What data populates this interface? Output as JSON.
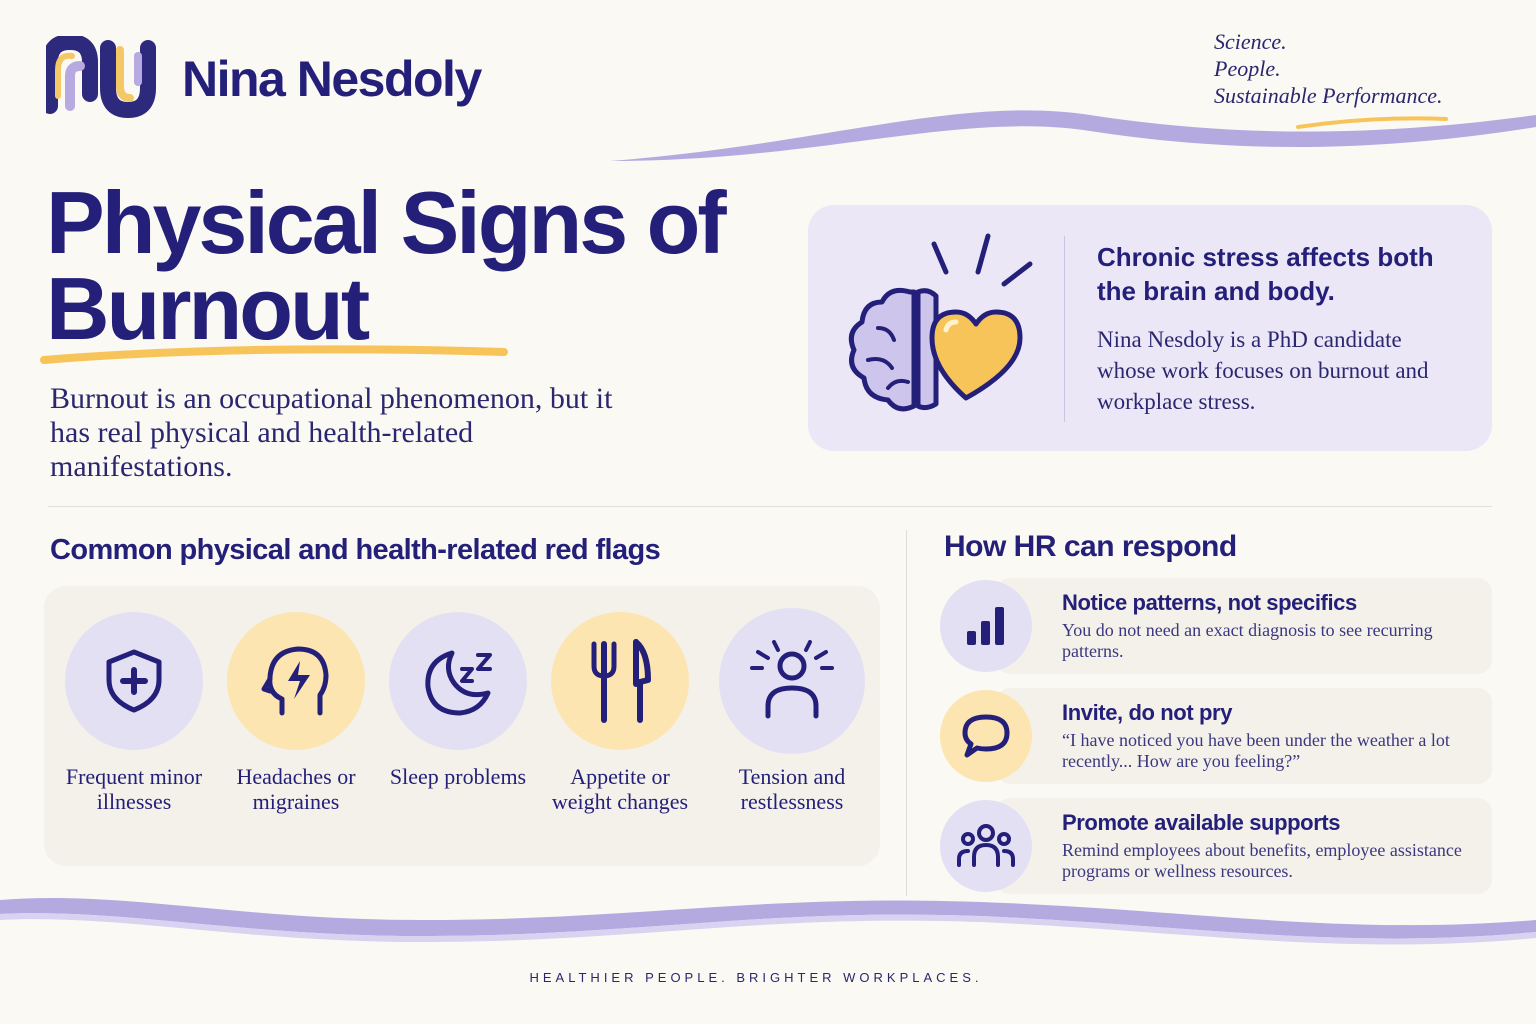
{
  "brand": {
    "name": "Nina Nesdoly",
    "tagline": [
      "Science.",
      "People.",
      "Sustainable Performance."
    ]
  },
  "title": {
    "line1": "Physical Signs of",
    "line2": "Burnout"
  },
  "intro": "Burnout is an occupational phenomenon, but it has real physical and health-related manifestations.",
  "info_card": {
    "heading": "Chronic stress affects both the brain and body.",
    "body": "Nina Nesdoly is a PhD candidate whose work focuses on burnout and workplace stress."
  },
  "red_flags": {
    "heading": "Common physical and health-related red flags",
    "items": [
      {
        "label": "Frequent minor illnesses",
        "icon": "shield-plus-icon",
        "tone": "purple"
      },
      {
        "label": "Headaches or migraines",
        "icon": "head-lightning-icon",
        "tone": "yellow"
      },
      {
        "label": "Sleep problems",
        "icon": "moon-zz-icon",
        "tone": "purple"
      },
      {
        "label": "Appetite or weight changes",
        "icon": "fork-knife-icon",
        "tone": "yellow"
      },
      {
        "label": "Tension and restlessness",
        "icon": "person-tension-icon",
        "tone": "purple"
      }
    ]
  },
  "hr": {
    "heading": "How HR can respond",
    "items": [
      {
        "title": "Notice patterns, not specifics",
        "desc": "You do not need an exact diagnosis to see recurring patterns.",
        "icon": "bar-chart-icon",
        "tone": "purple"
      },
      {
        "title": "Invite, do not pry",
        "desc": "“I have noticed you have been under the weather a lot recently... How are you feeling?”",
        "icon": "speech-bubble-icon",
        "tone": "yellow"
      },
      {
        "title": "Promote available supports",
        "desc": "Remind employees about benefits, employee assistance programs or wellness resources.",
        "icon": "people-group-icon",
        "tone": "purple"
      }
    ]
  },
  "footer": "HEALTHIER PEOPLE. BRIGHTER WORKPLACES.",
  "colors": {
    "navy": "#24207a",
    "lavender": "#b3a8de",
    "yellow": "#f7c45a",
    "background": "#fbf9f3"
  }
}
